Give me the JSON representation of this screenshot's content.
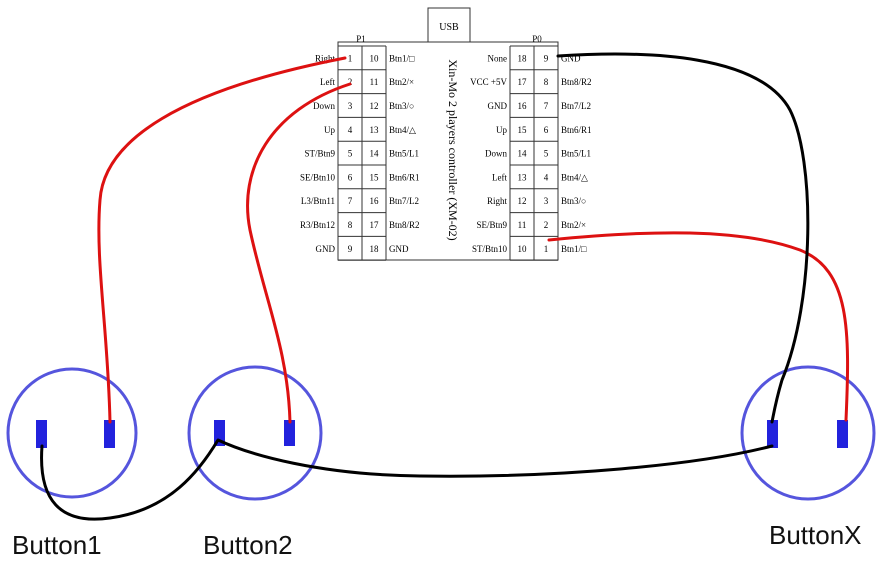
{
  "board": {
    "usb_label": "USB",
    "title": "Xin-Mo 2 players controller  (XM-02)",
    "p1_label": "P1",
    "p0_label": "P0",
    "p1_rows": [
      {
        "name": "Right",
        "a": "1",
        "b": "10",
        "fn": "Btn1/□"
      },
      {
        "name": "Left",
        "a": "2",
        "b": "11",
        "fn": "Btn2/×"
      },
      {
        "name": "Down",
        "a": "3",
        "b": "12",
        "fn": "Btn3/○"
      },
      {
        "name": "Up",
        "a": "4",
        "b": "13",
        "fn": "Btn4/△"
      },
      {
        "name": "ST/Btn9",
        "a": "5",
        "b": "14",
        "fn": "Btn5/L1"
      },
      {
        "name": "SE/Btn10",
        "a": "6",
        "b": "15",
        "fn": "Btn6/R1"
      },
      {
        "name": "L3/Btn11",
        "a": "7",
        "b": "16",
        "fn": "Btn7/L2"
      },
      {
        "name": "R3/Btn12",
        "a": "8",
        "b": "17",
        "fn": "Btn8/R2"
      },
      {
        "name": "GND",
        "a": "9",
        "b": "18",
        "fn": "GND"
      }
    ],
    "p0_rows": [
      {
        "name": "None",
        "a": "18",
        "b": "9",
        "fn": "GND"
      },
      {
        "name": "VCC +5V",
        "a": "17",
        "b": "8",
        "fn": "Btn8/R2"
      },
      {
        "name": "GND",
        "a": "16",
        "b": "7",
        "fn": "Btn7/L2"
      },
      {
        "name": "Up",
        "a": "15",
        "b": "6",
        "fn": "Btn6/R1"
      },
      {
        "name": "Down",
        "a": "14",
        "b": "5",
        "fn": "Btn5/L1"
      },
      {
        "name": "Left",
        "a": "13",
        "b": "4",
        "fn": "Btn4/△"
      },
      {
        "name": "Right",
        "a": "12",
        "b": "3",
        "fn": "Btn3/○"
      },
      {
        "name": "SE/Btn9",
        "a": "11",
        "b": "2",
        "fn": "Btn2/×"
      },
      {
        "name": "ST/Btn10",
        "a": "10",
        "b": "1",
        "fn": "Btn1/□"
      }
    ]
  },
  "buttons": [
    {
      "id": "button1",
      "label": "Button1"
    },
    {
      "id": "button2",
      "label": "Button2"
    },
    {
      "id": "buttonx",
      "label": "ButtonX"
    }
  ],
  "colors": {
    "signal_wire": "#dd1111",
    "ground_wire": "#000000",
    "button_ring": "#5555dd",
    "terminal": "#2222dd",
    "grid": "#333333"
  }
}
